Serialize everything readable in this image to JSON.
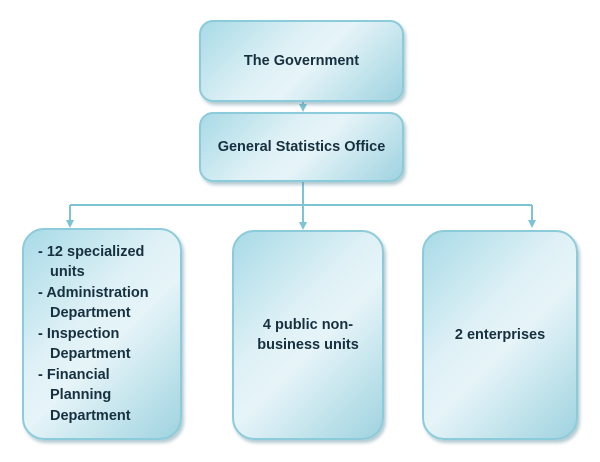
{
  "nodes": {
    "top": "The Government",
    "middle": "General Statistics Office",
    "children": [
      {
        "items": [
          "- 12 specialized units",
          "- Administration Department",
          "- Inspection Department",
          "- Financial Planning Department"
        ]
      },
      {
        "label": "4 public non-business units"
      },
      {
        "label": "2 enterprises"
      }
    ]
  },
  "colors": {
    "connector": "#7cc3d3",
    "text": "#17303f"
  }
}
